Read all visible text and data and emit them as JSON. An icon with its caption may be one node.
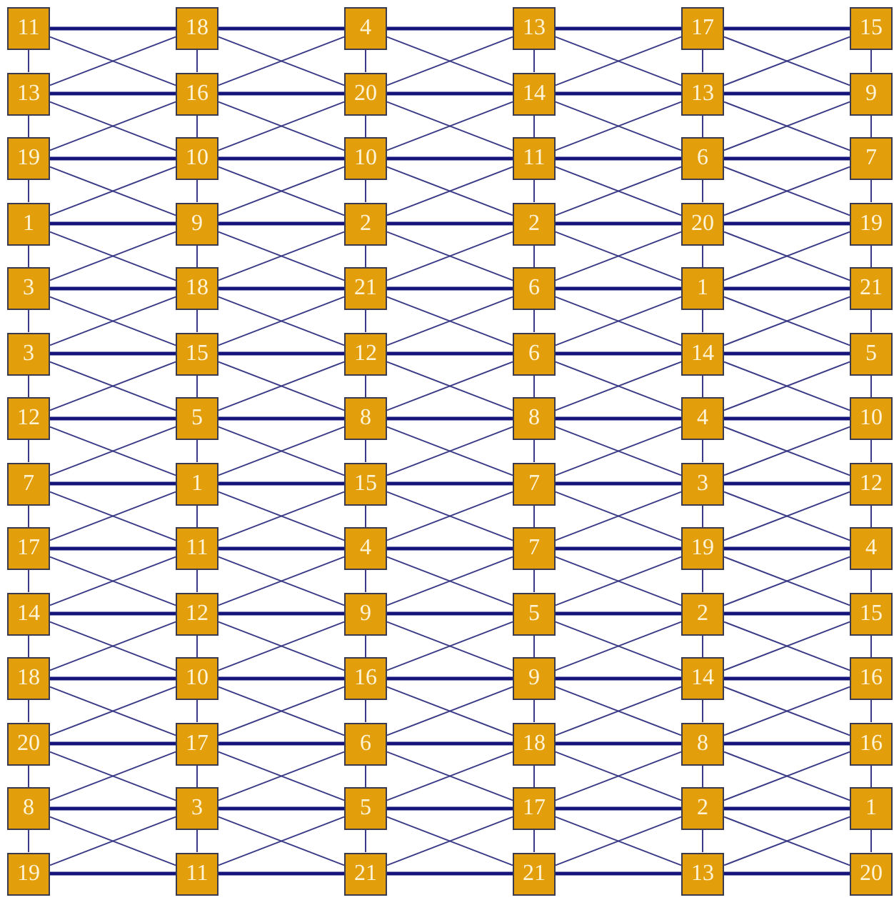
{
  "diagram": {
    "nodes": [
      {
        "text": [
          "11"
        ]
      },
      {
        "text": [
          "18"
        ]
      },
      {
        "text": [
          "4"
        ]
      },
      {
        "text": [
          "13"
        ]
      },
      {
        "text": [
          "17"
        ]
      },
      {
        "text": [
          "15"
        ]
      },
      {
        "text": [
          "13"
        ]
      },
      {
        "text": [
          "16"
        ]
      },
      {
        "text": [
          "20"
        ]
      },
      {
        "text": [
          "14"
        ]
      },
      {
        "text": [
          "13"
        ]
      },
      {
        "text": [
          "9"
        ]
      },
      {
        "text": [
          "19"
        ]
      },
      {
        "text": [
          "10"
        ]
      },
      {
        "text": [
          "10"
        ]
      },
      {
        "text": [
          "11"
        ]
      },
      {
        "text": [
          "6"
        ]
      },
      {
        "text": [
          "7"
        ]
      },
      {
        "text": [
          "1"
        ]
      },
      {
        "text": [
          "9"
        ]
      },
      {
        "text": [
          "2"
        ]
      },
      {
        "text": [
          "2"
        ]
      },
      {
        "text": [
          "20"
        ]
      },
      {
        "text": [
          "19"
        ]
      },
      {
        "text": [
          "3"
        ]
      },
      {
        "text": [
          "18"
        ]
      },
      {
        "text": [
          "21"
        ]
      },
      {
        "text": [
          "6"
        ]
      },
      {
        "text": [
          "1"
        ]
      },
      {
        "text": [
          "21"
        ]
      },
      {
        "text": [
          "3"
        ]
      },
      {
        "text": [
          "15"
        ]
      },
      {
        "text": [
          "12"
        ]
      },
      {
        "text": [
          "6"
        ]
      },
      {
        "text": [
          "14"
        ]
      },
      {
        "text": [
          "5"
        ]
      },
      {
        "text": [
          "12"
        ]
      },
      {
        "text": [
          "5"
        ]
      },
      {
        "text": [
          "8"
        ]
      },
      {
        "text": [
          "8"
        ]
      },
      {
        "text": [
          "4"
        ]
      },
      {
        "text": [
          "10"
        ]
      },
      {
        "text": [
          "7"
        ]
      },
      {
        "text": [
          "1"
        ]
      },
      {
        "text": [
          "15"
        ]
      },
      {
        "text": [
          "7"
        ]
      },
      {
        "text": [
          "3"
        ]
      },
      {
        "text": [
          "12"
        ]
      },
      {
        "text": [
          "17"
        ]
      },
      {
        "text": [
          "11"
        ]
      },
      {
        "text": [
          "4"
        ]
      },
      {
        "text": [
          "7"
        ]
      },
      {
        "text": [
          "19"
        ]
      },
      {
        "text": [
          "4"
        ]
      },
      {
        "text": [
          "14"
        ]
      },
      {
        "text": [
          "12"
        ]
      },
      {
        "text": [
          "9"
        ]
      },
      {
        "text": [
          "5"
        ]
      },
      {
        "text": [
          "2"
        ]
      },
      {
        "text": [
          "15"
        ]
      },
      {
        "text": [
          "18"
        ]
      },
      {
        "text": [
          "10"
        ]
      },
      {
        "text": [
          "16"
        ]
      },
      {
        "text": [
          "9"
        ]
      },
      {
        "text": [
          "14"
        ]
      },
      {
        "text": [
          "16"
        ]
      },
      {
        "text": [
          "20"
        ]
      },
      {
        "text": [
          "17"
        ]
      },
      {
        "text": [
          "6"
        ]
      },
      {
        "text": [
          "18"
        ]
      },
      {
        "text": [
          "8"
        ]
      },
      {
        "text": [
          "16"
        ]
      },
      {
        "text": [
          "8"
        ]
      },
      {
        "text": [
          "3"
        ]
      },
      {
        "text": [
          "5"
        ]
      },
      {
        "text": [
          "17"
        ]
      },
      {
        "text": [
          "2"
        ]
      },
      {
        "text": [
          "1"
        ]
      },
      {
        "text": [
          "19"
        ]
      },
      {
        "text": [
          "11"
        ]
      },
      {
        "text": [
          "21"
        ]
      },
      {
        "text": [
          "21"
        ]
      },
      {
        "text": [
          "13"
        ]
      },
      {
        "text": [
          "20"
        ]
      }
    ],
    "edges": [
      {
        "from": 0,
        "to": 1,
        "arrow": "none",
        "style": "thick"
      },
      {
        "from": 1,
        "to": 2,
        "arrow": "none",
        "style": "thick"
      },
      {
        "from": 2,
        "to": 3,
        "arrow": "none",
        "style": "thick"
      },
      {
        "from": 3,
        "to": 4,
        "arrow": "none",
        "style": "thick"
      },
      {
        "from": 4,
        "to": 5,
        "arrow": "none",
        "style": "thick"
      },
      {
        "from": 0,
        "to": 6,
        "arrow": "none"
      },
      {
        "from": 1,
        "to": 7,
        "arrow": "none"
      },
      {
        "from": 2,
        "to": 8,
        "arrow": "none"
      },
      {
        "from": 3,
        "to": 9,
        "arrow": "none"
      },
      {
        "from": 4,
        "to": 10,
        "arrow": "none"
      },
      {
        "from": 5,
        "to": 11,
        "arrow": "none"
      },
      {
        "from": 0,
        "to": 7,
        "arrow": "none"
      },
      {
        "from": 1,
        "to": 6,
        "arrow": "none"
      },
      {
        "from": 1,
        "to": 8,
        "arrow": "none"
      },
      {
        "from": 2,
        "to": 7,
        "arrow": "none"
      },
      {
        "from": 2,
        "to": 9,
        "arrow": "none"
      },
      {
        "from": 3,
        "to": 8,
        "arrow": "none"
      },
      {
        "from": 3,
        "to": 10,
        "arrow": "none"
      },
      {
        "from": 4,
        "to": 9,
        "arrow": "none"
      },
      {
        "from": 4,
        "to": 11,
        "arrow": "none"
      },
      {
        "from": 5,
        "to": 10,
        "arrow": "none"
      },
      {
        "from": 6,
        "to": 7,
        "arrow": "none",
        "style": "thick"
      },
      {
        "from": 7,
        "to": 8,
        "arrow": "none",
        "style": "thick"
      },
      {
        "from": 8,
        "to": 9,
        "arrow": "none",
        "style": "thick"
      },
      {
        "from": 9,
        "to": 10,
        "arrow": "none",
        "style": "thick"
      },
      {
        "from": 10,
        "to": 11,
        "arrow": "none",
        "style": "thick"
      },
      {
        "from": 6,
        "to": 12,
        "arrow": "none"
      },
      {
        "from": 7,
        "to": 13,
        "arrow": "none"
      },
      {
        "from": 8,
        "to": 14,
        "arrow": "none"
      },
      {
        "from": 9,
        "to": 15,
        "arrow": "none"
      },
      {
        "from": 10,
        "to": 16,
        "arrow": "none"
      },
      {
        "from": 11,
        "to": 17,
        "arrow": "none"
      },
      {
        "from": 6,
        "to": 13,
        "arrow": "none"
      },
      {
        "from": 7,
        "to": 12,
        "arrow": "none"
      },
      {
        "from": 7,
        "to": 14,
        "arrow": "none"
      },
      {
        "from": 8,
        "to": 13,
        "arrow": "none"
      },
      {
        "from": 8,
        "to": 15,
        "arrow": "none"
      },
      {
        "from": 9,
        "to": 14,
        "arrow": "none"
      },
      {
        "from": 9,
        "to": 16,
        "arrow": "none"
      },
      {
        "from": 10,
        "to": 15,
        "arrow": "none"
      },
      {
        "from": 10,
        "to": 17,
        "arrow": "none"
      },
      {
        "from": 11,
        "to": 16,
        "arrow": "none"
      },
      {
        "from": 12,
        "to": 13,
        "arrow": "none",
        "style": "thick"
      },
      {
        "from": 13,
        "to": 14,
        "arrow": "none",
        "style": "thick"
      },
      {
        "from": 14,
        "to": 15,
        "arrow": "none",
        "style": "thick"
      },
      {
        "from": 15,
        "to": 16,
        "arrow": "none",
        "style": "thick"
      },
      {
        "from": 16,
        "to": 17,
        "arrow": "none",
        "style": "thick"
      },
      {
        "from": 12,
        "to": 18,
        "arrow": "none"
      },
      {
        "from": 13,
        "to": 19,
        "arrow": "none"
      },
      {
        "from": 14,
        "to": 20,
        "arrow": "none"
      },
      {
        "from": 15,
        "to": 21,
        "arrow": "none"
      },
      {
        "from": 16,
        "to": 22,
        "arrow": "none"
      },
      {
        "from": 17,
        "to": 23,
        "arrow": "none"
      },
      {
        "from": 12,
        "to": 19,
        "arrow": "none"
      },
      {
        "from": 13,
        "to": 18,
        "arrow": "none"
      },
      {
        "from": 13,
        "to": 20,
        "arrow": "none"
      },
      {
        "from": 14,
        "to": 19,
        "arrow": "none"
      },
      {
        "from": 14,
        "to": 21,
        "arrow": "none"
      },
      {
        "from": 15,
        "to": 20,
        "arrow": "none"
      },
      {
        "from": 15,
        "to": 22,
        "arrow": "none"
      },
      {
        "from": 16,
        "to": 21,
        "arrow": "none"
      },
      {
        "from": 16,
        "to": 23,
        "arrow": "none"
      },
      {
        "from": 17,
        "to": 22,
        "arrow": "none"
      },
      {
        "from": 18,
        "to": 19,
        "arrow": "none",
        "style": "thick"
      },
      {
        "from": 19,
        "to": 20,
        "arrow": "none",
        "style": "thick"
      },
      {
        "from": 20,
        "to": 21,
        "arrow": "none",
        "style": "thick"
      },
      {
        "from": 21,
        "to": 22,
        "arrow": "none",
        "style": "thick"
      },
      {
        "from": 22,
        "to": 23,
        "arrow": "none",
        "style": "thick"
      },
      {
        "from": 18,
        "to": 24,
        "arrow": "none"
      },
      {
        "from": 19,
        "to": 25,
        "arrow": "none"
      },
      {
        "from": 20,
        "to": 26,
        "arrow": "none"
      },
      {
        "from": 21,
        "to": 27,
        "arrow": "none"
      },
      {
        "from": 22,
        "to": 28,
        "arrow": "none"
      },
      {
        "from": 23,
        "to": 29,
        "arrow": "none"
      },
      {
        "from": 18,
        "to": 25,
        "arrow": "none"
      },
      {
        "from": 19,
        "to": 24,
        "arrow": "none"
      },
      {
        "from": 19,
        "to": 26,
        "arrow": "none"
      },
      {
        "from": 20,
        "to": 25,
        "arrow": "none"
      },
      {
        "from": 20,
        "to": 27,
        "arrow": "none"
      },
      {
        "from": 21,
        "to": 26,
        "arrow": "none"
      },
      {
        "from": 21,
        "to": 28,
        "arrow": "none"
      },
      {
        "from": 22,
        "to": 27,
        "arrow": "none"
      },
      {
        "from": 22,
        "to": 29,
        "arrow": "none"
      },
      {
        "from": 23,
        "to": 28,
        "arrow": "none"
      },
      {
        "from": 24,
        "to": 25,
        "arrow": "none",
        "style": "thick"
      },
      {
        "from": 25,
        "to": 26,
        "arrow": "none",
        "style": "thick"
      },
      {
        "from": 26,
        "to": 27,
        "arrow": "none",
        "style": "thick"
      },
      {
        "from": 27,
        "to": 28,
        "arrow": "none",
        "style": "thick"
      },
      {
        "from": 28,
        "to": 29,
        "arrow": "none",
        "style": "thick"
      },
      {
        "from": 24,
        "to": 30,
        "arrow": "none"
      },
      {
        "from": 25,
        "to": 31,
        "arrow": "none"
      },
      {
        "from": 26,
        "to": 32,
        "arrow": "none"
      },
      {
        "from": 27,
        "to": 33,
        "arrow": "none"
      },
      {
        "from": 28,
        "to": 34,
        "arrow": "none"
      },
      {
        "from": 29,
        "to": 35,
        "arrow": "none"
      },
      {
        "from": 24,
        "to": 31,
        "arrow": "none"
      },
      {
        "from": 25,
        "to": 30,
        "arrow": "none"
      },
      {
        "from": 25,
        "to": 32,
        "arrow": "none"
      },
      {
        "from": 26,
        "to": 31,
        "arrow": "none"
      },
      {
        "from": 26,
        "to": 33,
        "arrow": "none"
      },
      {
        "from": 27,
        "to": 32,
        "arrow": "none"
      },
      {
        "from": 27,
        "to": 34,
        "arrow": "none"
      },
      {
        "from": 28,
        "to": 33,
        "arrow": "none"
      },
      {
        "from": 28,
        "to": 35,
        "arrow": "none"
      },
      {
        "from": 29,
        "to": 34,
        "arrow": "none"
      },
      {
        "from": 30,
        "to": 31,
        "arrow": "none",
        "style": "thick"
      },
      {
        "from": 31,
        "to": 32,
        "arrow": "none",
        "style": "thick"
      },
      {
        "from": 32,
        "to": 33,
        "arrow": "none",
        "style": "thick"
      },
      {
        "from": 33,
        "to": 34,
        "arrow": "none",
        "style": "thick"
      },
      {
        "from": 34,
        "to": 35,
        "arrow": "none",
        "style": "thick"
      },
      {
        "from": 30,
        "to": 36,
        "arrow": "none"
      },
      {
        "from": 31,
        "to": 37,
        "arrow": "none"
      },
      {
        "from": 32,
        "to": 38,
        "arrow": "none"
      },
      {
        "from": 33,
        "to": 39,
        "arrow": "none"
      },
      {
        "from": 34,
        "to": 40,
        "arrow": "none"
      },
      {
        "from": 35,
        "to": 41,
        "arrow": "none"
      },
      {
        "from": 30,
        "to": 37,
        "arrow": "none"
      },
      {
        "from": 31,
        "to": 36,
        "arrow": "none"
      },
      {
        "from": 31,
        "to": 38,
        "arrow": "none"
      },
      {
        "from": 32,
        "to": 37,
        "arrow": "none"
      },
      {
        "from": 32,
        "to": 39,
        "arrow": "none"
      },
      {
        "from": 33,
        "to": 38,
        "arrow": "none"
      },
      {
        "from": 33,
        "to": 40,
        "arrow": "none"
      },
      {
        "from": 34,
        "to": 39,
        "arrow": "none"
      },
      {
        "from": 34,
        "to": 41,
        "arrow": "none"
      },
      {
        "from": 35,
        "to": 40,
        "arrow": "none"
      },
      {
        "from": 36,
        "to": 37,
        "arrow": "none",
        "style": "thick"
      },
      {
        "from": 37,
        "to": 38,
        "arrow": "none",
        "style": "thick"
      },
      {
        "from": 38,
        "to": 39,
        "arrow": "none",
        "style": "thick"
      },
      {
        "from": 39,
        "to": 40,
        "arrow": "none",
        "style": "thick"
      },
      {
        "from": 40,
        "to": 41,
        "arrow": "none",
        "style": "thick"
      },
      {
        "from": 36,
        "to": 42,
        "arrow": "none"
      },
      {
        "from": 37,
        "to": 43,
        "arrow": "none"
      },
      {
        "from": 38,
        "to": 44,
        "arrow": "none"
      },
      {
        "from": 39,
        "to": 45,
        "arrow": "none"
      },
      {
        "from": 40,
        "to": 46,
        "arrow": "none"
      },
      {
        "from": 41,
        "to": 47,
        "arrow": "none"
      },
      {
        "from": 36,
        "to": 43,
        "arrow": "none"
      },
      {
        "from": 37,
        "to": 42,
        "arrow": "none"
      },
      {
        "from": 37,
        "to": 44,
        "arrow": "none"
      },
      {
        "from": 38,
        "to": 43,
        "arrow": "none"
      },
      {
        "from": 38,
        "to": 45,
        "arrow": "none"
      },
      {
        "from": 39,
        "to": 44,
        "arrow": "none"
      },
      {
        "from": 39,
        "to": 46,
        "arrow": "none"
      },
      {
        "from": 40,
        "to": 45,
        "arrow": "none"
      },
      {
        "from": 40,
        "to": 47,
        "arrow": "none"
      },
      {
        "from": 41,
        "to": 46,
        "arrow": "none"
      },
      {
        "from": 42,
        "to": 43,
        "arrow": "none",
        "style": "thick"
      },
      {
        "from": 43,
        "to": 44,
        "arrow": "none",
        "style": "thick"
      },
      {
        "from": 44,
        "to": 45,
        "arrow": "none",
        "style": "thick"
      },
      {
        "from": 45,
        "to": 46,
        "arrow": "none",
        "style": "thick"
      },
      {
        "from": 46,
        "to": 47,
        "arrow": "none",
        "style": "thick"
      },
      {
        "from": 42,
        "to": 48,
        "arrow": "none"
      },
      {
        "from": 43,
        "to": 49,
        "arrow": "none"
      },
      {
        "from": 44,
        "to": 50,
        "arrow": "none"
      },
      {
        "from": 45,
        "to": 51,
        "arrow": "none"
      },
      {
        "from": 46,
        "to": 52,
        "arrow": "none"
      },
      {
        "from": 47,
        "to": 53,
        "arrow": "none"
      },
      {
        "from": 42,
        "to": 49,
        "arrow": "none"
      },
      {
        "from": 43,
        "to": 48,
        "arrow": "none"
      },
      {
        "from": 43,
        "to": 50,
        "arrow": "none"
      },
      {
        "from": 44,
        "to": 49,
        "arrow": "none"
      },
      {
        "from": 44,
        "to": 51,
        "arrow": "none"
      },
      {
        "from": 45,
        "to": 50,
        "arrow": "none"
      },
      {
        "from": 45,
        "to": 52,
        "arrow": "none"
      },
      {
        "from": 46,
        "to": 51,
        "arrow": "none"
      },
      {
        "from": 46,
        "to": 53,
        "arrow": "none"
      },
      {
        "from": 47,
        "to": 52,
        "arrow": "none"
      },
      {
        "from": 48,
        "to": 49,
        "arrow": "none",
        "style": "thick"
      },
      {
        "from": 49,
        "to": 50,
        "arrow": "none",
        "style": "thick"
      },
      {
        "from": 50,
        "to": 51,
        "arrow": "none",
        "style": "thick"
      },
      {
        "from": 51,
        "to": 52,
        "arrow": "none",
        "style": "thick"
      },
      {
        "from": 52,
        "to": 53,
        "arrow": "none",
        "style": "thick"
      },
      {
        "from": 48,
        "to": 54,
        "arrow": "none"
      },
      {
        "from": 49,
        "to": 55,
        "arrow": "none"
      },
      {
        "from": 50,
        "to": 56,
        "arrow": "none"
      },
      {
        "from": 51,
        "to": 57,
        "arrow": "none"
      },
      {
        "from": 52,
        "to": 58,
        "arrow": "none"
      },
      {
        "from": 53,
        "to": 59,
        "arrow": "none"
      },
      {
        "from": 48,
        "to": 55,
        "arrow": "none"
      },
      {
        "from": 49,
        "to": 54,
        "arrow": "none"
      },
      {
        "from": 49,
        "to": 56,
        "arrow": "none"
      },
      {
        "from": 50,
        "to": 55,
        "arrow": "none"
      },
      {
        "from": 50,
        "to": 57,
        "arrow": "none"
      },
      {
        "from": 51,
        "to": 56,
        "arrow": "none"
      },
      {
        "from": 51,
        "to": 58,
        "arrow": "none"
      },
      {
        "from": 52,
        "to": 57,
        "arrow": "none"
      },
      {
        "from": 52,
        "to": 59,
        "arrow": "none"
      },
      {
        "from": 53,
        "to": 58,
        "arrow": "none"
      },
      {
        "from": 54,
        "to": 55,
        "arrow": "none",
        "style": "thick"
      },
      {
        "from": 55,
        "to": 56,
        "arrow": "none",
        "style": "thick"
      },
      {
        "from": 56,
        "to": 57,
        "arrow": "none",
        "style": "thick"
      },
      {
        "from": 57,
        "to": 58,
        "arrow": "none",
        "style": "thick"
      },
      {
        "from": 58,
        "to": 59,
        "arrow": "none",
        "style": "thick"
      },
      {
        "from": 54,
        "to": 60,
        "arrow": "none"
      },
      {
        "from": 55,
        "to": 61,
        "arrow": "none"
      },
      {
        "from": 56,
        "to": 62,
        "arrow": "none"
      },
      {
        "from": 57,
        "to": 63,
        "arrow": "none"
      },
      {
        "from": 58,
        "to": 64,
        "arrow": "none"
      },
      {
        "from": 59,
        "to": 65,
        "arrow": "none"
      },
      {
        "from": 54,
        "to": 61,
        "arrow": "none"
      },
      {
        "from": 55,
        "to": 60,
        "arrow": "none"
      },
      {
        "from": 55,
        "to": 62,
        "arrow": "none"
      },
      {
        "from": 56,
        "to": 61,
        "arrow": "none"
      },
      {
        "from": 56,
        "to": 63,
        "arrow": "none"
      },
      {
        "from": 57,
        "to": 62,
        "arrow": "none"
      },
      {
        "from": 57,
        "to": 64,
        "arrow": "none"
      },
      {
        "from": 58,
        "to": 63,
        "arrow": "none"
      },
      {
        "from": 58,
        "to": 65,
        "arrow": "none"
      },
      {
        "from": 59,
        "to": 64,
        "arrow": "none"
      },
      {
        "from": 60,
        "to": 61,
        "arrow": "none",
        "style": "thick"
      },
      {
        "from": 61,
        "to": 62,
        "arrow": "none",
        "style": "thick"
      },
      {
        "from": 62,
        "to": 63,
        "arrow": "none",
        "style": "thick"
      },
      {
        "from": 63,
        "to": 64,
        "arrow": "none",
        "style": "thick"
      },
      {
        "from": 64,
        "to": 65,
        "arrow": "none",
        "style": "thick"
      },
      {
        "from": 60,
        "to": 66,
        "arrow": "none"
      },
      {
        "from": 61,
        "to": 67,
        "arrow": "none"
      },
      {
        "from": 62,
        "to": 68,
        "arrow": "none"
      },
      {
        "from": 63,
        "to": 69,
        "arrow": "none"
      },
      {
        "from": 64,
        "to": 70,
        "arrow": "none"
      },
      {
        "from": 65,
        "to": 71,
        "arrow": "none"
      },
      {
        "from": 60,
        "to": 67,
        "arrow": "none"
      },
      {
        "from": 61,
        "to": 66,
        "arrow": "none"
      },
      {
        "from": 61,
        "to": 68,
        "arrow": "none"
      },
      {
        "from": 62,
        "to": 67,
        "arrow": "none"
      },
      {
        "from": 62,
        "to": 69,
        "arrow": "none"
      },
      {
        "from": 63,
        "to": 68,
        "arrow": "none"
      },
      {
        "from": 63,
        "to": 70,
        "arrow": "none"
      },
      {
        "from": 64,
        "to": 69,
        "arrow": "none"
      },
      {
        "from": 64,
        "to": 71,
        "arrow": "none"
      },
      {
        "from": 65,
        "to": 70,
        "arrow": "none"
      },
      {
        "from": 66,
        "to": 67,
        "arrow": "none",
        "style": "thick"
      },
      {
        "from": 67,
        "to": 68,
        "arrow": "none",
        "style": "thick"
      },
      {
        "from": 68,
        "to": 69,
        "arrow": "none",
        "style": "thick"
      },
      {
        "from": 69,
        "to": 70,
        "arrow": "none",
        "style": "thick"
      },
      {
        "from": 70,
        "to": 71,
        "arrow": "none",
        "style": "thick"
      },
      {
        "from": 66,
        "to": 72,
        "arrow": "none"
      },
      {
        "from": 67,
        "to": 73,
        "arrow": "none"
      },
      {
        "from": 68,
        "to": 74,
        "arrow": "none"
      },
      {
        "from": 69,
        "to": 75,
        "arrow": "none"
      },
      {
        "from": 70,
        "to": 76,
        "arrow": "none"
      },
      {
        "from": 71,
        "to": 77,
        "arrow": "none"
      },
      {
        "from": 66,
        "to": 73,
        "arrow": "none"
      },
      {
        "from": 67,
        "to": 72,
        "arrow": "none"
      },
      {
        "from": 67,
        "to": 74,
        "arrow": "none"
      },
      {
        "from": 68,
        "to": 73,
        "arrow": "none"
      },
      {
        "from": 68,
        "to": 75,
        "arrow": "none"
      },
      {
        "from": 69,
        "to": 74,
        "arrow": "none"
      },
      {
        "from": 69,
        "to": 76,
        "arrow": "none"
      },
      {
        "from": 70,
        "to": 75,
        "arrow": "none"
      },
      {
        "from": 70,
        "to": 77,
        "arrow": "none"
      },
      {
        "from": 71,
        "to": 76,
        "arrow": "none"
      },
      {
        "from": 72,
        "to": 73,
        "arrow": "none",
        "style": "thick"
      },
      {
        "from": 73,
        "to": 74,
        "arrow": "none",
        "style": "thick"
      },
      {
        "from": 74,
        "to": 75,
        "arrow": "none",
        "style": "thick"
      },
      {
        "from": 75,
        "to": 76,
        "arrow": "none",
        "style": "thick"
      },
      {
        "from": 76,
        "to": 77,
        "arrow": "none",
        "style": "thick"
      },
      {
        "from": 72,
        "to": 78,
        "arrow": "none"
      },
      {
        "from": 73,
        "to": 79,
        "arrow": "none"
      },
      {
        "from": 74,
        "to": 80,
        "arrow": "none"
      },
      {
        "from": 75,
        "to": 81,
        "arrow": "none"
      },
      {
        "from": 76,
        "to": 82,
        "arrow": "none"
      },
      {
        "from": 77,
        "to": 83,
        "arrow": "none"
      },
      {
        "from": 72,
        "to": 79,
        "arrow": "none"
      },
      {
        "from": 73,
        "to": 78,
        "arrow": "none"
      },
      {
        "from": 73,
        "to": 80,
        "arrow": "none"
      },
      {
        "from": 74,
        "to": 79,
        "arrow": "none"
      },
      {
        "from": 74,
        "to": 81,
        "arrow": "none"
      },
      {
        "from": 75,
        "to": 80,
        "arrow": "none"
      },
      {
        "from": 75,
        "to": 82,
        "arrow": "none"
      },
      {
        "from": 76,
        "to": 81,
        "arrow": "none"
      },
      {
        "from": 76,
        "to": 83,
        "arrow": "none"
      },
      {
        "from": 77,
        "to": 82,
        "arrow": "none"
      },
      {
        "from": 78,
        "to": 79,
        "arrow": "none",
        "style": "thick"
      },
      {
        "from": 79,
        "to": 80,
        "arrow": "none",
        "style": "thick"
      },
      {
        "from": 80,
        "to": 81,
        "arrow": "none",
        "style": "thick"
      },
      {
        "from": 81,
        "to": 82,
        "arrow": "none",
        "style": "thick"
      },
      {
        "from": 82,
        "to": 83,
        "arrow": "none",
        "style": "thick"
      }
    ]
  }
}
